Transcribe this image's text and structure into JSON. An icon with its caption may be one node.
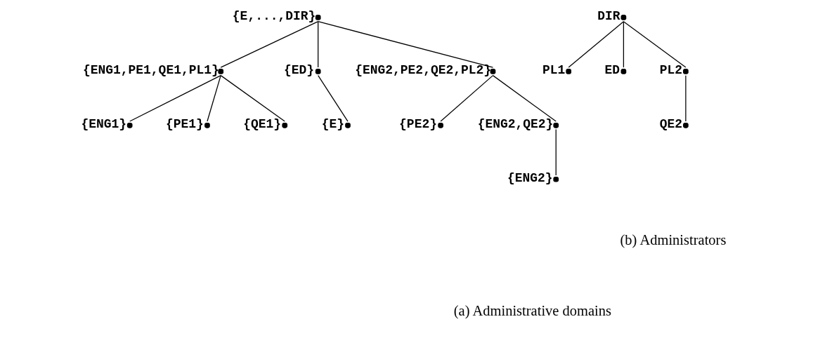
{
  "diagram": {
    "nodes": [
      {
        "text": [
          "{E,...,DIR}"
        ]
      },
      {
        "text": [
          "{ENG1,PE1,QE1,PL1}"
        ]
      },
      {
        "text": [
          "{ED}"
        ]
      },
      {
        "text": [
          "{ENG2,PE2,QE2,PL2}"
        ]
      },
      {
        "text": [
          "{ENG1}"
        ]
      },
      {
        "text": [
          "{PE1}"
        ]
      },
      {
        "text": [
          "{QE1}"
        ]
      },
      {
        "text": [
          "{E}"
        ]
      },
      {
        "text": [
          "{PE2}"
        ]
      },
      {
        "text": [
          "{ENG2,QE2}"
        ]
      },
      {
        "text": [
          "{ENG2}"
        ]
      },
      {
        "text": [
          "DIR"
        ]
      },
      {
        "text": [
          "PL1"
        ]
      },
      {
        "text": [
          "ED"
        ]
      },
      {
        "text": [
          "PL2"
        ]
      },
      {
        "text": [
          "QE2"
        ]
      }
    ],
    "edges": [
      {
        "from": 0,
        "to": 1,
        "arrow": "none"
      },
      {
        "from": 0,
        "to": 2,
        "arrow": "none"
      },
      {
        "from": 0,
        "to": 3,
        "arrow": "none"
      },
      {
        "from": 1,
        "to": 4,
        "arrow": "none"
      },
      {
        "from": 1,
        "to": 5,
        "arrow": "none"
      },
      {
        "from": 1,
        "to": 6,
        "arrow": "none"
      },
      {
        "from": 2,
        "to": 7,
        "arrow": "none"
      },
      {
        "from": 3,
        "to": 8,
        "arrow": "none"
      },
      {
        "from": 3,
        "to": 9,
        "arrow": "none"
      },
      {
        "from": 9,
        "to": 10,
        "arrow": "none"
      },
      {
        "from": 11,
        "to": 12,
        "arrow": "none"
      },
      {
        "from": 11,
        "to": 13,
        "arrow": "none"
      },
      {
        "from": 11,
        "to": 14,
        "arrow": "none"
      },
      {
        "from": 14,
        "to": 15,
        "arrow": "none"
      }
    ],
    "labels": [
      "(a) Administrative domains",
      "(b) Administrators"
    ]
  }
}
